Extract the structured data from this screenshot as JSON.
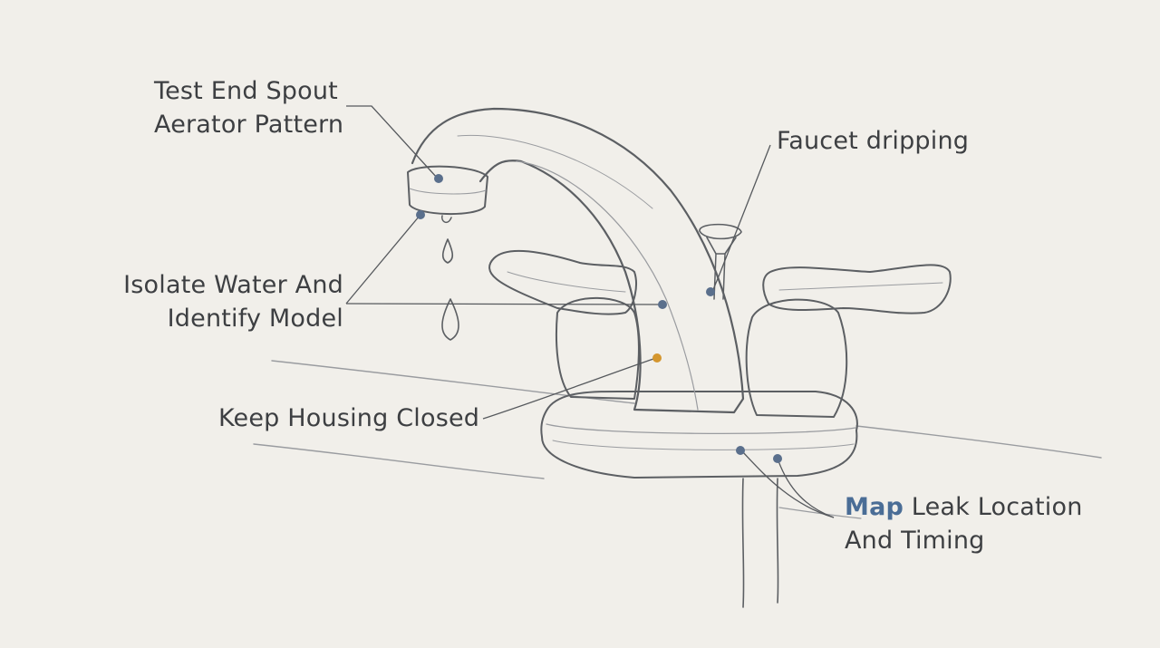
{
  "colors": {
    "background": "#f1efea",
    "ink": "#5c5f63",
    "dot_blue": "#5a6f8c",
    "dot_orange": "#d4962e",
    "highlight_blue": "#4a6d96"
  },
  "labels": {
    "aerator": {
      "line1": "Test End Spout",
      "line2": "Aerator Pattern"
    },
    "dripping": {
      "line1": "Faucet dripping"
    },
    "isolate": {
      "line1": "Isolate Water And",
      "line2": "Identify Model"
    },
    "housing": {
      "line1": "Keep Housing Closed"
    },
    "leak": {
      "highlight": "Map",
      "rest1": " Leak Location",
      "line2": "And Timing"
    }
  }
}
